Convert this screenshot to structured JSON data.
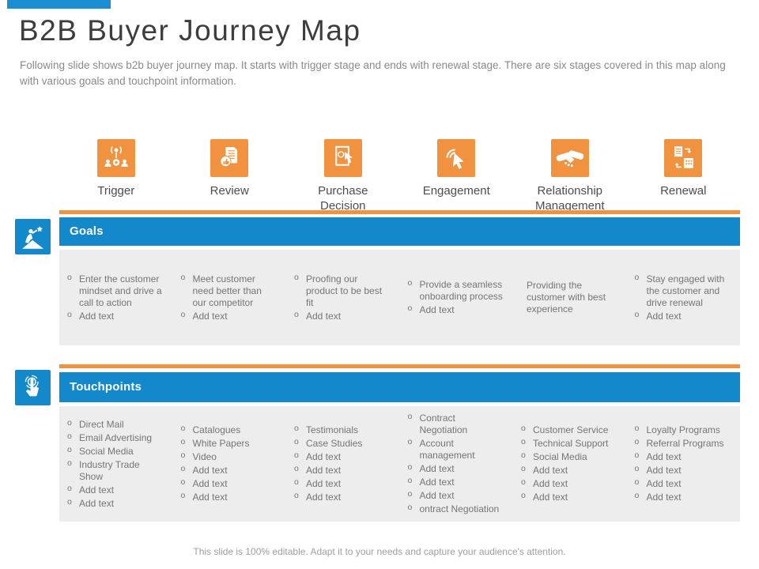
{
  "title": "B2B Buyer Journey Map",
  "description": "Following slide shows b2b buyer journey map. It starts with trigger stage and ends with renewal stage. There are six stages covered in this map along with various goals and touchpoint information.",
  "footer": "This slide is 100% editable. Adapt it to your needs and capture your audience's attention.",
  "colors": {
    "accent_blue": "#1388ca",
    "accent_orange": "#f0923f",
    "panel_gray": "#ededed",
    "title_text": "#3d3d3d",
    "body_text": "#757575"
  },
  "icons": {
    "trigger": "broadcast-audience-icon",
    "review": "document-review-icon",
    "purchase_decision": "screen-pointing-hand-icon",
    "engagement": "cursor-click-icon",
    "relationship_management": "handshake-icon",
    "renewal": "document-building-exchange-icon",
    "goals_section": "mountain-climb-star-icon",
    "touchpoints_section": "tap-hand-icon"
  },
  "stages": [
    {
      "label": "Trigger"
    },
    {
      "label": "Review"
    },
    {
      "label": "Purchase Decision"
    },
    {
      "label": "Engagement"
    },
    {
      "label": "Relationship Management"
    },
    {
      "label": "Renewal"
    }
  ],
  "goals": {
    "header": "Goals",
    "columns": [
      {
        "items": [
          "Enter the customer mindset and drive a call to action",
          "Add text"
        ]
      },
      {
        "items": [
          "Meet customer need better than our competitor",
          "Add text"
        ]
      },
      {
        "items": [
          "Proofing our product to be best fit",
          "Add text"
        ]
      },
      {
        "items": [
          "Provide a seamless onboarding process",
          "Add text"
        ]
      },
      {
        "items": [
          "Providing the customer with best experience"
        ]
      },
      {
        "items": [
          "Stay engaged with the customer and drive renewal",
          "Add text"
        ]
      }
    ]
  },
  "touchpoints": {
    "header": "Touchpoints",
    "columns": [
      {
        "items": [
          "Direct Mail",
          "Email Advertising",
          "Social Media",
          "Industry Trade Show",
          "Add text",
          "Add text"
        ]
      },
      {
        "items": [
          "Catalogues",
          "White Papers",
          "Video",
          "Add text",
          "Add text",
          "Add text"
        ]
      },
      {
        "items": [
          "Testimonials",
          "Case Studies",
          "Add text",
          "Add text",
          "Add text",
          "Add text"
        ]
      },
      {
        "items": [
          "Contract Negotiation",
          "Account management",
          "Add text",
          "Add text",
          "Add text",
          "ontract Negotiation"
        ]
      },
      {
        "items": [
          "Customer Service",
          "Technical Support",
          "Social Media",
          "Add text",
          "Add text",
          "Add text"
        ]
      },
      {
        "items": [
          "Loyalty Programs",
          "Referral Programs",
          "Add text",
          "Add text",
          "Add text",
          "Add text"
        ]
      }
    ]
  }
}
